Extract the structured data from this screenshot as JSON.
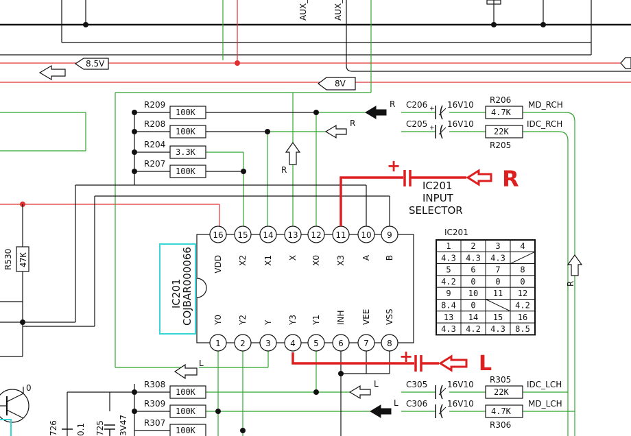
{
  "labels": {
    "aux_r": "AUX_R",
    "aux_l": "AUX_",
    "v85": "8.5V",
    "v8": "8V",
    "ic_title_1": "IC201",
    "ic_title_2": "INPUT",
    "ic_title_3": "SELECTOR",
    "ic_part_1": "IC201",
    "ic_part_2": "COJBAR000066",
    "r_anno": "R",
    "l_anno": "L",
    "plus_top": "+",
    "plus_bot": "+",
    "flow_r": "R",
    "flow_l": "L"
  },
  "resistors": [
    {
      "ref": "R209",
      "value": "100K"
    },
    {
      "ref": "R208",
      "value": "100K"
    },
    {
      "ref": "R204",
      "value": "3.3K"
    },
    {
      "ref": "R207",
      "value": "100K"
    },
    {
      "ref": "R530",
      "value": "47K"
    },
    {
      "ref": "R308",
      "value": "100K"
    },
    {
      "ref": "R309",
      "value": "100K"
    },
    {
      "ref": "R307",
      "value": "100K"
    },
    {
      "ref": "R206",
      "value": "4.7K"
    },
    {
      "ref": "R205",
      "value": "22K"
    },
    {
      "ref": "R305",
      "value": "22K"
    },
    {
      "ref": "R306",
      "value": "4.7K"
    }
  ],
  "capacitors": [
    {
      "ref": "C206",
      "rating": "16V10"
    },
    {
      "ref": "C205",
      "rating": "16V10"
    },
    {
      "ref": "C305",
      "rating": "16V10"
    },
    {
      "ref": "C306",
      "rating": "16V10"
    }
  ],
  "nets": {
    "md_rch": "MD_RCH",
    "idc_rch": "IDC_RCH",
    "idc_lch": "IDC_LCH",
    "md_lch": "MD_LCH"
  },
  "top_pins": [
    {
      "num": "16",
      "name": "VDD"
    },
    {
      "num": "15",
      "name": "X2"
    },
    {
      "num": "14",
      "name": "X1"
    },
    {
      "num": "13",
      "name": "X"
    },
    {
      "num": "12",
      "name": "X0"
    },
    {
      "num": "11",
      "name": "X3"
    },
    {
      "num": "10",
      "name": "A"
    },
    {
      "num": "9",
      "name": "B"
    }
  ],
  "bottom_pins": [
    {
      "num": "1",
      "name": "Y0"
    },
    {
      "num": "2",
      "name": "Y2"
    },
    {
      "num": "3",
      "name": "Y"
    },
    {
      "num": "4",
      "name": "Y3"
    },
    {
      "num": "5",
      "name": "Y1"
    },
    {
      "num": "6",
      "name": "INH"
    },
    {
      "num": "7",
      "name": "VEE"
    },
    {
      "num": "8",
      "name": "VSS"
    }
  ],
  "voltage_table": {
    "title": "IC201",
    "rows": [
      [
        "1",
        "2",
        "3",
        "4"
      ],
      [
        "4.3",
        "4.3",
        "4.3",
        ""
      ],
      [
        "5",
        "6",
        "7",
        "8"
      ],
      [
        "4.2",
        "0",
        "0",
        "0"
      ],
      [
        "9",
        "10",
        "11",
        "12"
      ],
      [
        "8.4",
        "0",
        "",
        "4.2"
      ],
      [
        "13",
        "14",
        "15",
        "16"
      ],
      [
        "4.3",
        "4.2",
        "4.3",
        "8.5"
      ]
    ]
  },
  "misc": {
    "partial_726": "726",
    "partial_725": "725",
    "partial_01": "0.1",
    "partial_3v47": "3V47",
    "zero": "0",
    "r_flow_right": "R"
  },
  "colors": {
    "wire": "#111111",
    "green": "#2fa52f",
    "red": "#e03030",
    "annotation": "#dd1f1f",
    "cyan": "#36d6d6"
  }
}
